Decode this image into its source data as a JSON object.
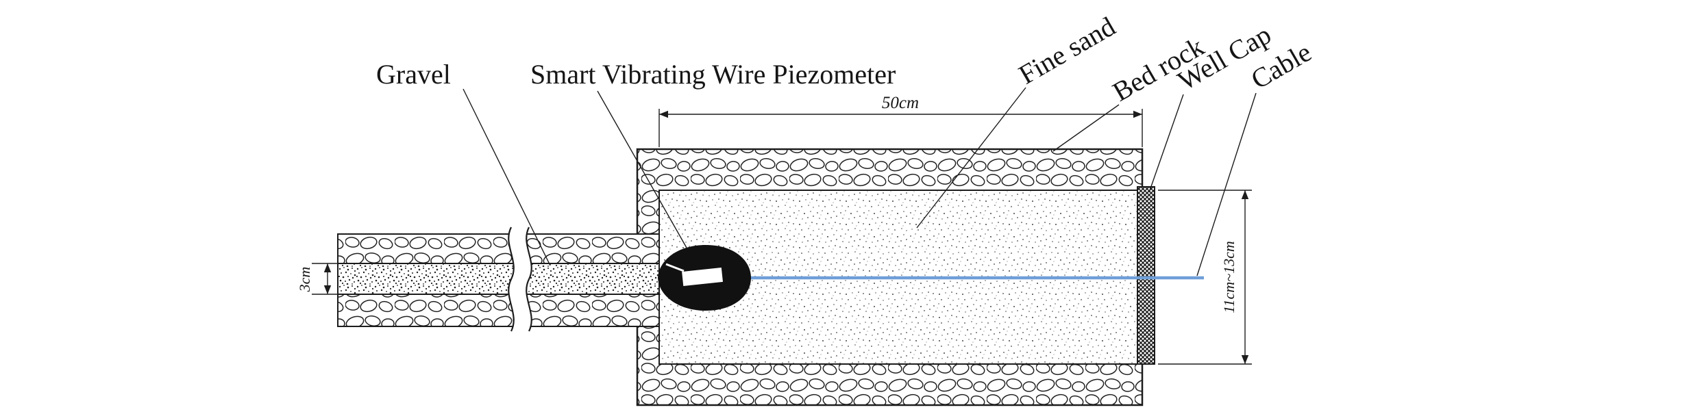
{
  "diagram": {
    "labels": {
      "gravel": "Gravel",
      "piezometer": "Smart Vibrating Wire Piezometer",
      "fine_sand": "Fine sand",
      "bed_rock": "Bed rock",
      "well_cap": "Well Cap",
      "cable": "Cable"
    },
    "dimensions": {
      "chamber_length": "50cm",
      "borehole_diameter": "3cm",
      "chamber_diameter": "11cm~13cm"
    },
    "colors": {
      "line": "#1c1c1c",
      "cable": "#6f9fd8",
      "background": "#ffffff"
    }
  }
}
